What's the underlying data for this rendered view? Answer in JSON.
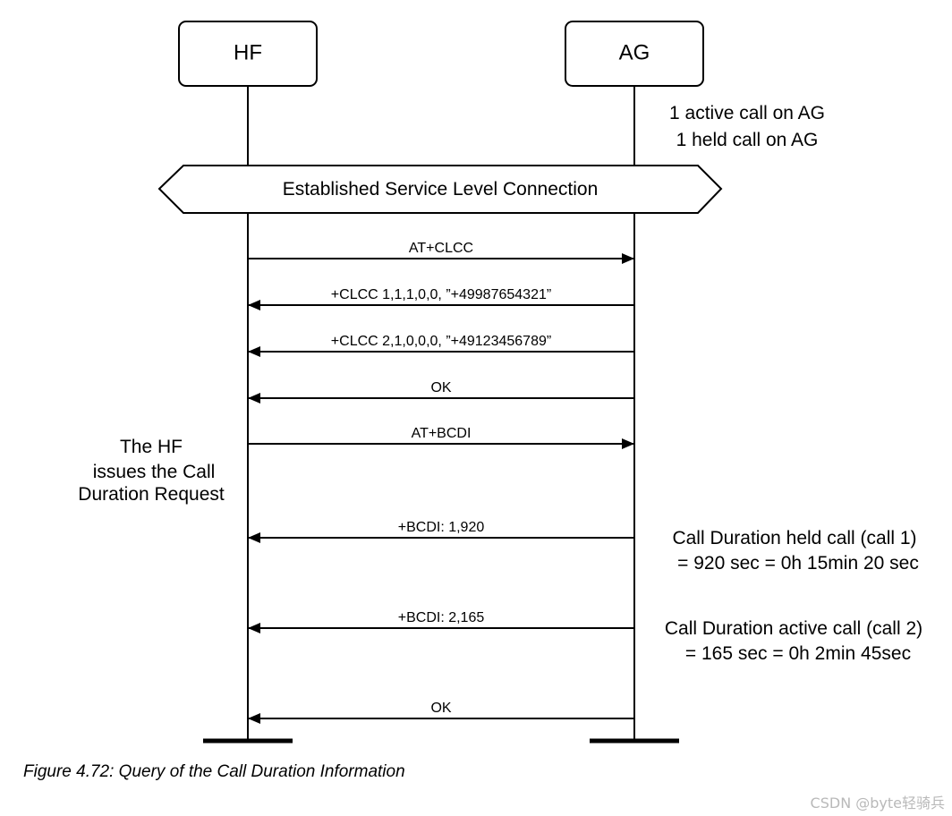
{
  "participants": {
    "hf": "HF",
    "ag": "AG"
  },
  "notes": {
    "ag_state_1": "1 active call on AG",
    "ag_state_2": "1 held call on AG",
    "hf_request_1": "The HF",
    "hf_request_2": "issues the Call",
    "hf_request_3": "Duration Request",
    "held_duration_1": "Call Duration held call (call 1)",
    "held_duration_2": "= 920 sec = 0h 15min 20 sec",
    "active_duration_1": "Call Duration active call (call 2)",
    "active_duration_2": "= 165 sec = 0h 2min 45sec"
  },
  "banner": "Established Service Level Connection",
  "messages": [
    {
      "label": "AT+CLCC",
      "direction": "hf-to-ag"
    },
    {
      "label": "+CLCC 1,1,1,0,0, ”+49987654321”",
      "direction": "ag-to-hf"
    },
    {
      "label": "+CLCC 2,1,0,0,0, ”+49123456789”",
      "direction": "ag-to-hf"
    },
    {
      "label": "OK",
      "direction": "ag-to-hf"
    },
    {
      "label": "AT+BCDI",
      "direction": "hf-to-ag"
    },
    {
      "label": "+BCDI: 1,920",
      "direction": "ag-to-hf"
    },
    {
      "label": "+BCDI: 2,165",
      "direction": "ag-to-hf"
    },
    {
      "label": "OK",
      "direction": "ag-to-hf"
    }
  ],
  "caption": "Figure 4.72: Query of the Call Duration Information",
  "watermark": "CSDN @byte轻骑兵"
}
